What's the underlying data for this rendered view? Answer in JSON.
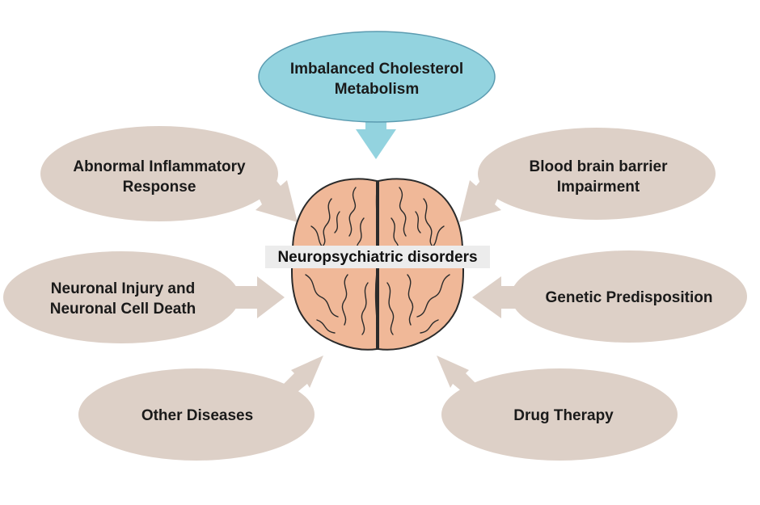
{
  "colors": {
    "factor_fill": "#ddd0c7",
    "highlight_fill": "#93d3df",
    "highlight_stroke": "#5b9bb0",
    "brain_fill": "#f0b898",
    "brain_stroke": "#2b2b2b",
    "label_bg": "#ececec"
  },
  "center": {
    "label": "Neuropsychiatric disorders",
    "icon": "brain-icon"
  },
  "factors": {
    "cholesterol": {
      "line1": "Imbalanced Cholesterol",
      "line2": "Metabolism"
    },
    "inflammatory": {
      "line1": "Abnormal Inflammatory",
      "line2": "Response"
    },
    "bbb": {
      "line1": "Blood brain barrier",
      "line2": "Impairment"
    },
    "neuronal": {
      "line1": "Neuronal Injury and",
      "line2": "Neuronal Cell Death"
    },
    "genetic": {
      "line1": "Genetic Predisposition"
    },
    "other": {
      "line1": "Other Diseases"
    },
    "drug": {
      "line1": "Drug Therapy"
    }
  }
}
